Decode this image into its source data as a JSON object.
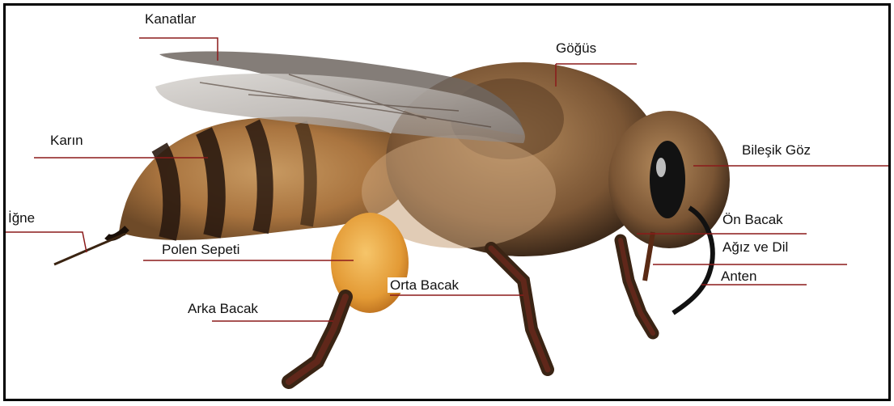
{
  "labels": {
    "wings": "Kanatlar",
    "thorax": "Göğüs",
    "abdomen": "Karın",
    "compound_eye": "Bileşik Göz",
    "stinger": "İğne",
    "front_leg": "Ön Bacak",
    "mouth_tongue": "Ağız ve Dil",
    "pollen_basket": "Polen Sepeti",
    "antenna": "Anten",
    "middle_leg": "Orta Bacak",
    "hind_leg": "Arka Bacak"
  },
  "colors": {
    "leader_line": "#8b1a1a",
    "frame": "#000000",
    "pollen": "#e8a23a"
  }
}
